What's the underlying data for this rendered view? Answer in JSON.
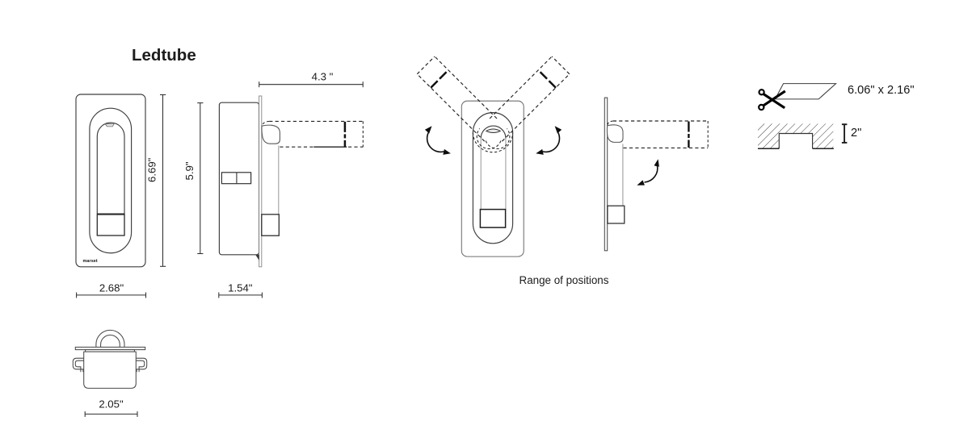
{
  "title": "Ledtube",
  "brand_logo": "marset",
  "front_view": {
    "name": "wall plate front view",
    "height_label": "6.69\"",
    "width_label": "2.68\""
  },
  "side_view": {
    "name": "wall plate side view with extended reading arm",
    "height_label": "5.9\"",
    "depth_label": "1.54\"",
    "extension_label": "4.3 \""
  },
  "range_of_positions": {
    "caption": "Range of positions",
    "front_rotation": "reading arm rotated ±45° (dashed)",
    "side_rotation": "reading arm folded out 90° (dashed)"
  },
  "cutout": {
    "size_label": "6.06\" x 2.16\"",
    "icon": "scissors-icon with wall cut-out parallelogram"
  },
  "recess": {
    "depth_label": "2\"",
    "icon": "hatched wall section with recess channel"
  },
  "mounting_box": {
    "width_label": "2.05\"",
    "icon": "recessed mounting box with clips"
  },
  "colors": {
    "background": "#ffffff",
    "line_main": "#3d3d3d",
    "line_light": "#9a9a9a",
    "line_black": "#0d0d0d",
    "text": "#1b1b1b"
  }
}
